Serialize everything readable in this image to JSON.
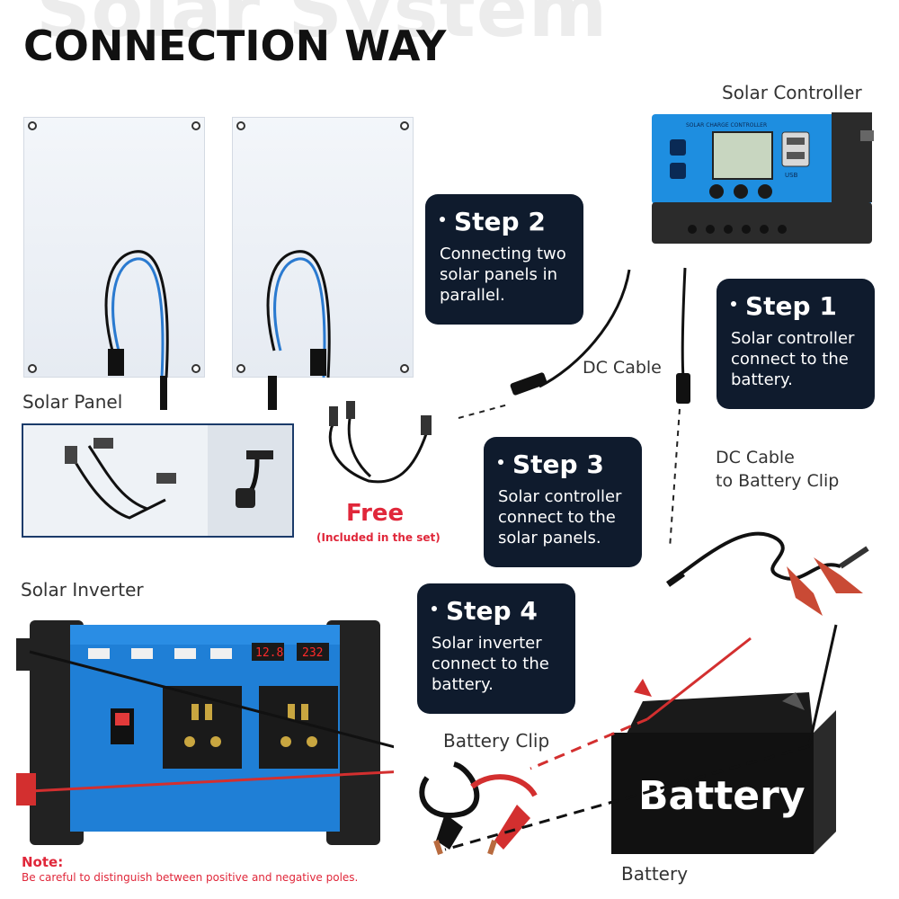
{
  "header": {
    "background_text": "Solar System",
    "title": "CONNECTION WAY"
  },
  "labels": {
    "solar_controller": "Solar Controller",
    "solar_panel": "Solar Panel",
    "dc_cable": "DC Cable",
    "dc_cable_battery_line1": "DC Cable",
    "dc_cable_battery_line2": "to Battery Clip",
    "solar_inverter": "Solar Inverter",
    "battery_clip": "Battery Clip",
    "battery": "Battery"
  },
  "steps": [
    {
      "title": "Step 2",
      "lines": [
        "Connecting two",
        "solar panels in",
        "parallel."
      ]
    },
    {
      "title": "Step 1",
      "lines": [
        "Solar controller",
        "connect to the",
        "battery."
      ]
    },
    {
      "title": "Step 3",
      "lines": [
        "Solar controller",
        "connect to the",
        "solar panels."
      ]
    },
    {
      "title": "Step 4",
      "lines": [
        "Solar inverter",
        "connect to the",
        "battery."
      ]
    }
  ],
  "free": {
    "label": "Free",
    "sublabel": "(Included in the set)"
  },
  "controller": {
    "brand_text": "SOLAR CHARGE CONTROLLER",
    "usb_text": "USB"
  },
  "inverter": {
    "display_left": "12.8",
    "display_right": "232"
  },
  "battery_product": {
    "text": "Battery"
  },
  "note": {
    "title": "Note:",
    "text": "Be careful to distinguish between positive and negative poles."
  },
  "colors": {
    "step_box": "#0f1b2d",
    "accent_red": "#e0273a",
    "inverter_blue": "#1f7fd6",
    "controller_blue": "#1e8ee0"
  }
}
